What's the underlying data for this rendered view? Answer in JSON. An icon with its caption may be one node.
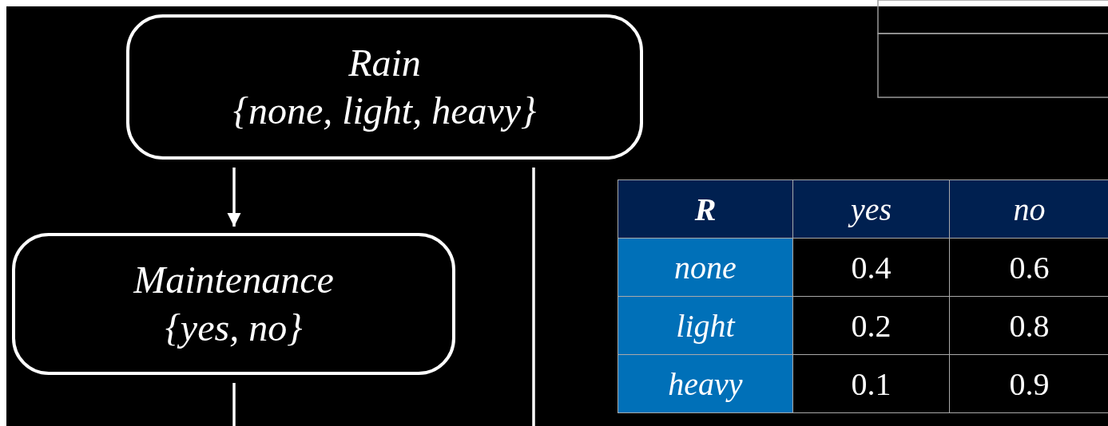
{
  "diagram": {
    "nodes": [
      {
        "text": [
          "Rain",
          "{none, light, heavy}"
        ]
      },
      {
        "text": [
          "Maintenance",
          "{yes, no}"
        ]
      }
    ],
    "edges": [
      {
        "from": 0,
        "to": 1,
        "arrow": "to"
      },
      {
        "from": 0,
        "to": null,
        "arrow": "none"
      },
      {
        "from": 1,
        "to": null,
        "arrow": "none"
      }
    ],
    "labels": [
      "R",
      "yes",
      "no",
      "none",
      "0.4",
      "0.6",
      "light",
      "0.2",
      "0.8",
      "heavy",
      "0.1",
      "0.9"
    ]
  }
}
